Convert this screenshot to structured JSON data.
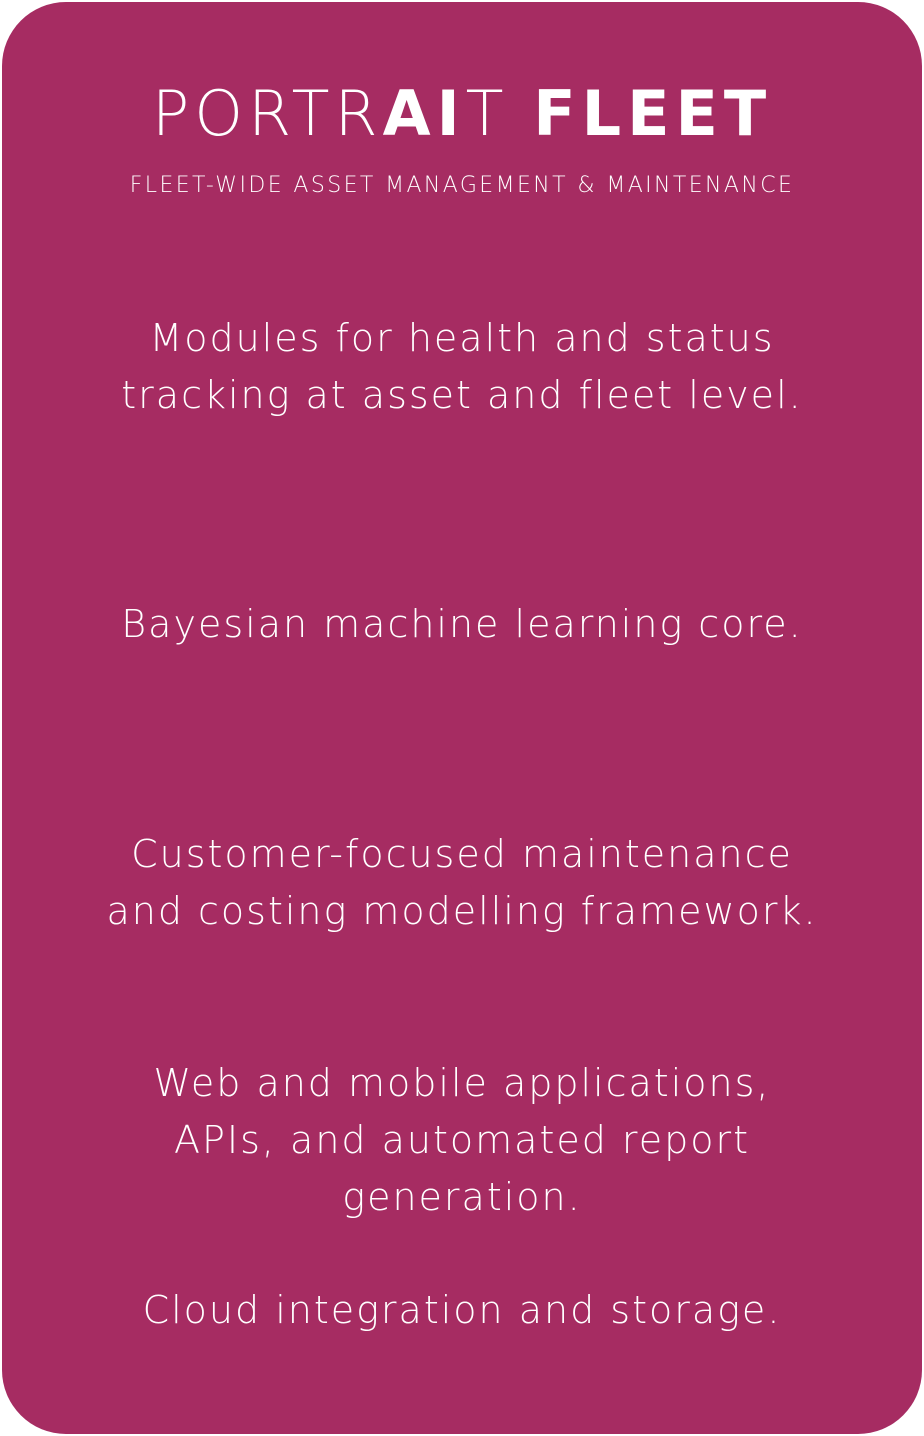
{
  "brand": {
    "title_part1": "PORTR",
    "title_part2": "AI",
    "title_part3": "T",
    "title_part4": "FLEET",
    "subtitle": "FLEET-WIDE ASSET MANAGEMENT & MAINTENANCE",
    "card_color": "#a62c62"
  },
  "features": [
    "Modules for health and status tracking at asset and fleet level.",
    "Bayesian machine learning core.",
    "Customer-focused maintenance and costing modelling framework.",
    "Web and mobile applications, APIs, and automated report generation.",
    "Cloud integration and storage."
  ]
}
